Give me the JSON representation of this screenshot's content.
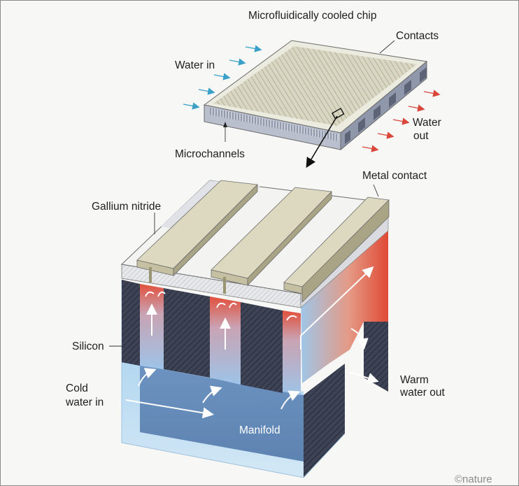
{
  "labels": {
    "title": "Microfluidically cooled chip",
    "contacts": "Contacts",
    "water_in": "Water in",
    "water_out_1": "Water",
    "water_out_2": "out",
    "microchannels": "Microchannels",
    "metal_contact": "Metal contact",
    "gallium_nitride": "Gallium nitride",
    "silicon": "Silicon",
    "cold_water_1": "Cold",
    "cold_water_2": "water in",
    "warm_water_1": "Warm",
    "warm_water_2": "water out",
    "manifold": "Manifold",
    "credit": "©nature"
  },
  "colors": {
    "water_in_arrow": "#3aa0c8",
    "water_out_arrow": "#d9463a",
    "silicon": "#3b4152",
    "metal": "#c9c4a6",
    "cold_water": "#bcdcf2",
    "hot_water": "#e2503c"
  }
}
